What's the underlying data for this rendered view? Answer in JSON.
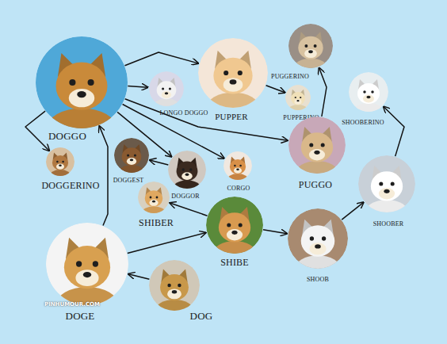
{
  "diagram": {
    "nodes": [
      {
        "text": [
          "DOGGO"
        ]
      },
      {
        "text": [
          "LONGO DOGGO"
        ]
      },
      {
        "text": [
          "PUPPER"
        ]
      },
      {
        "text": [
          "PUGGERINO"
        ]
      },
      {
        "text": [
          "PUPPERINO"
        ]
      },
      {
        "text": [
          "SHOOBERINO"
        ]
      },
      {
        "text": [
          "PUGGO"
        ]
      },
      {
        "text": [
          "DOGGERINO"
        ]
      },
      {
        "text": [
          "DOGGEST"
        ]
      },
      {
        "text": [
          "DOGGOR"
        ]
      },
      {
        "text": [
          "CORGO"
        ]
      },
      {
        "text": [
          "SHIBER"
        ]
      },
      {
        "text": [
          "SHIBE"
        ]
      },
      {
        "text": [
          "SHOOBER"
        ]
      },
      {
        "text": [
          "SHOOB"
        ]
      },
      {
        "text": [
          "DOGE"
        ]
      },
      {
        "text": [
          "DOG"
        ]
      }
    ],
    "edges": [
      {
        "from": 0,
        "to": 1,
        "arrow": "to"
      },
      {
        "from": 0,
        "to": 2,
        "arrow": "to"
      },
      {
        "from": 2,
        "to": 4,
        "arrow": "to"
      },
      {
        "from": 6,
        "to": 3,
        "arrow": "to"
      },
      {
        "from": 0,
        "to": 6,
        "arrow": "to"
      },
      {
        "from": 0,
        "to": 10,
        "arrow": "to"
      },
      {
        "from": 0,
        "to": 9,
        "arrow": "to"
      },
      {
        "from": 0,
        "to": 7,
        "arrow": "to"
      },
      {
        "from": 9,
        "to": 8,
        "arrow": "to"
      },
      {
        "from": 12,
        "to": 11,
        "arrow": "to"
      },
      {
        "from": 12,
        "to": 14,
        "arrow": "to"
      },
      {
        "from": 14,
        "to": 13,
        "arrow": "to"
      },
      {
        "from": 13,
        "to": 5,
        "arrow": "to"
      },
      {
        "from": 15,
        "to": 12,
        "arrow": "to"
      },
      {
        "from": 15,
        "to": 0,
        "arrow": "to"
      },
      {
        "from": 16,
        "to": 15,
        "arrow": "to"
      }
    ],
    "labels": [
      "PINHUMOUR.COM"
    ]
  }
}
